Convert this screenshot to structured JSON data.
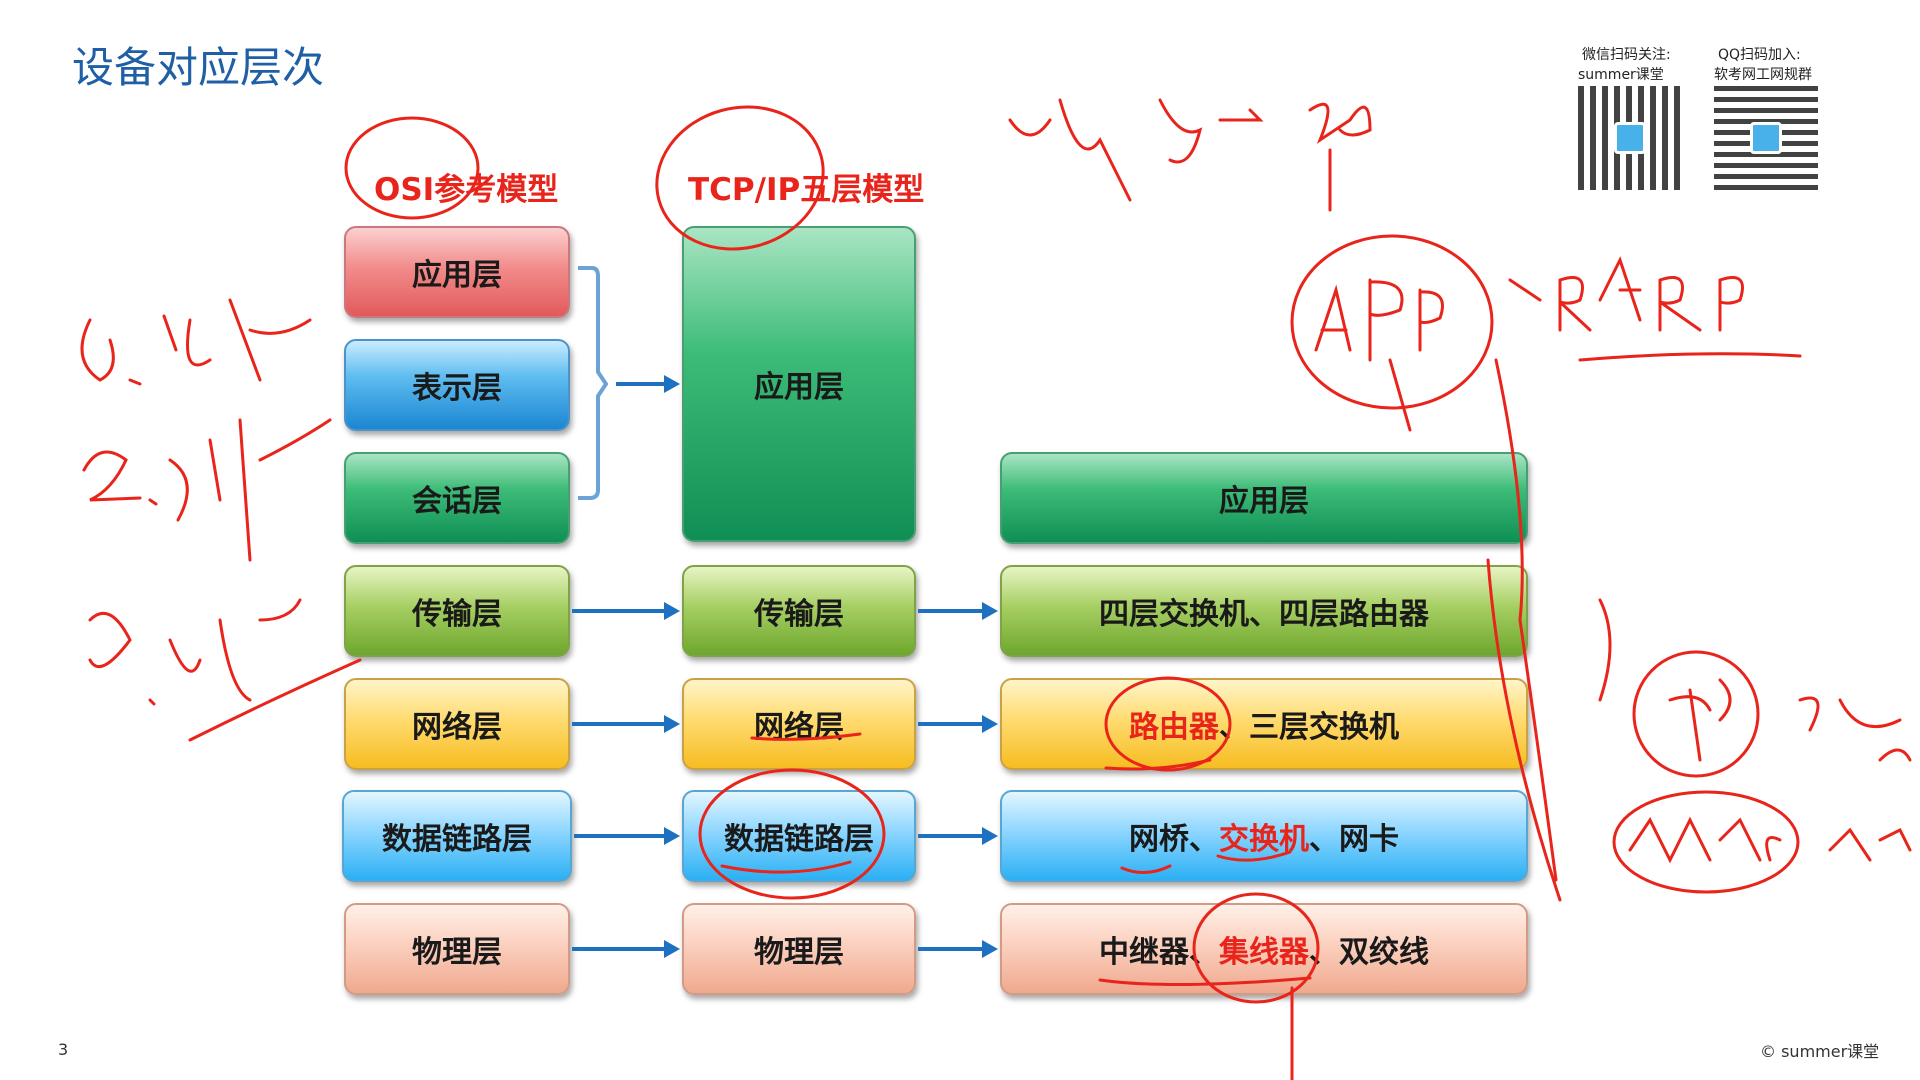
{
  "title": "设备对应层次",
  "headers": {
    "osi": "OSI参考模型",
    "tcpip": "TCP/IP五层模型"
  },
  "osi_layers": [
    "应用层",
    "表示层",
    "会话层",
    "传输层",
    "网络层",
    "数据链路层",
    "物理层"
  ],
  "tcpip_layers": [
    "应用层",
    "传输层",
    "网络层",
    "数据链路层",
    "物理层"
  ],
  "devices": {
    "application": "应用层",
    "transport": "四层交换机、四层路由器",
    "network_red": "路由器",
    "network_rest": "、三层交换机",
    "datalink_a": "网桥、",
    "datalink_red": "交换机",
    "datalink_b": "、网卡",
    "physical_a": "中继器、",
    "physical_red": "集线器",
    "physical_b": "、双绞线"
  },
  "qr": {
    "wechat_label": "微信扫码关注:",
    "wechat_sub": "summer课堂",
    "qq_label": "QQ扫码加入:",
    "qq_sub": "软考网工网规群"
  },
  "footer": {
    "page": "3",
    "copyright": "© summer课堂"
  },
  "colors": {
    "title": "#1f5fa6",
    "header": "#e8241b",
    "arrow": "#1e70c0",
    "ink": "#e8241b"
  }
}
